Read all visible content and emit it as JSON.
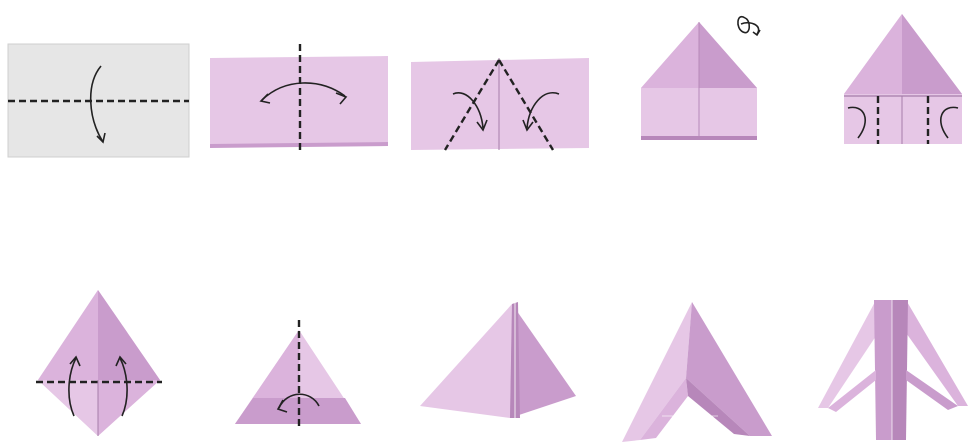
{
  "diagram": {
    "steps": [
      {
        "id": 1,
        "action": "fold-in-half-horizontally",
        "paper_color": "#e9e9e9"
      },
      {
        "id": 2,
        "action": "fold-and-unfold-vertical-center",
        "paper_color": "#e3bde6"
      },
      {
        "id": 3,
        "action": "fold-top-corners-to-center",
        "paper_color": "#e3bde6"
      },
      {
        "id": 4,
        "action": "turn-over",
        "paper_color": "#e3bde6"
      },
      {
        "id": 5,
        "action": "fold-bottom-corners",
        "paper_color": "#e3bde6"
      },
      {
        "id": 6,
        "action": "fold-up-bottom-flaps",
        "paper_color": "#e3bde6"
      },
      {
        "id": 7,
        "action": "fold-in-half",
        "paper_color": "#e3bde6"
      },
      {
        "id": 8,
        "action": "finished-triangle-unit",
        "paper_color": "#e3bde6"
      },
      {
        "id": 9,
        "action": "triangle-unit-open-view",
        "paper_color": "#e3bde6"
      },
      {
        "id": 10,
        "action": "triangle-unit-side-view",
        "paper_color": "#e3bde6"
      }
    ],
    "icons": {
      "turn_over": "turn-over-icon"
    }
  }
}
